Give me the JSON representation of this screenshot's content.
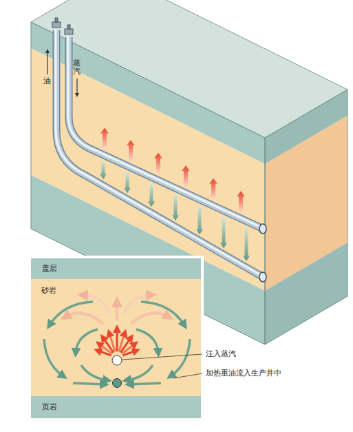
{
  "diagram": {
    "nodes": [
      {
        "text": [
          "盖层"
        ]
      },
      {
        "text": [
          "砂岩"
        ]
      },
      {
        "text": [
          "页岩"
        ]
      }
    ],
    "labels": [
      "油",
      "蒸汽",
      "注入蒸汽",
      "加热重油流入生产井中"
    ]
  }
}
